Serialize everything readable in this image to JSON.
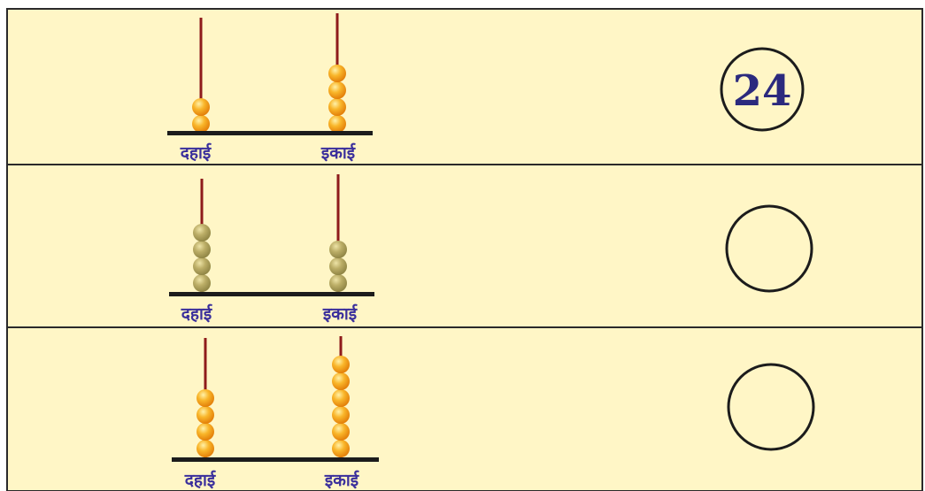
{
  "worksheet": {
    "colors": {
      "background": "#fff6c6",
      "border": "#2a2a2a",
      "rod": "#8e1b1b",
      "label": "#3a2f9c",
      "bead_orange": "#f7a11a",
      "bead_olive": "#b3a55e"
    },
    "rows": [
      {
        "tens_label": "दहाई",
        "ones_label": "इकाई",
        "tens_beads": 2,
        "ones_beads": 4,
        "bead_color": "orange",
        "answer": "24"
      },
      {
        "tens_label": "दहाई",
        "ones_label": "इकाई",
        "tens_beads": 4,
        "ones_beads": 3,
        "bead_color": "olive",
        "answer": ""
      },
      {
        "tens_label": "दहाई",
        "ones_label": "इकाई",
        "tens_beads": 4,
        "ones_beads": 6,
        "bead_color": "orange",
        "answer": ""
      }
    ]
  }
}
